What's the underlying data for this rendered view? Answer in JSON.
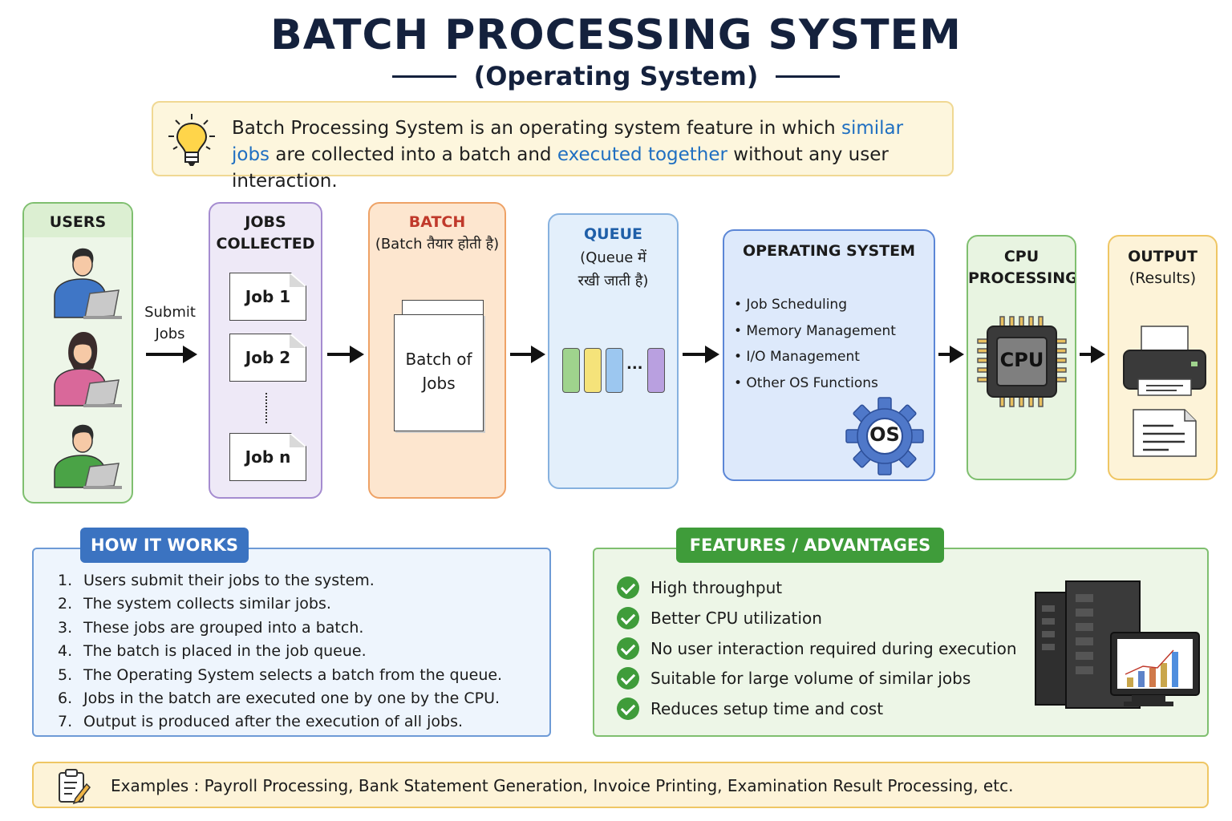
{
  "title": "BATCH PROCESSING SYSTEM",
  "subtitle": "(Operating System)",
  "definition": {
    "part1": "Batch Processing System is an operating system feature in which ",
    "highlight1": "similar jobs",
    "part2": " are collected into a batch and ",
    "highlight2": "executed together",
    "part3": " without any user interaction."
  },
  "flow": {
    "users": {
      "title": "USERS"
    },
    "submit_label_1": "Submit",
    "submit_label_2": "Jobs",
    "jobs": {
      "title_1": "JOBS",
      "title_2": "COLLECTED",
      "items": [
        "Job 1",
        "Job 2",
        "Job n"
      ]
    },
    "batch": {
      "title": "BATCH",
      "subtitle": "(Batch तैयार होती है)",
      "doc_line_1": "Batch of",
      "doc_line_2": "Jobs"
    },
    "queue": {
      "title": "QUEUE",
      "subtitle_1": "(Queue में",
      "subtitle_2": "रखी जाती है)",
      "ellipsis": "..."
    },
    "os": {
      "title": "OPERATING SYSTEM",
      "items": [
        "• Job Scheduling",
        "• Memory Management",
        "• I/O Management",
        "• Other OS Functions"
      ],
      "badge": "OS"
    },
    "cpu": {
      "title_1": "CPU",
      "title_2": "PROCESSING",
      "chip_label": "CPU"
    },
    "output": {
      "title": "OUTPUT",
      "subtitle": "(Results)"
    }
  },
  "how_it_works": {
    "title": "HOW IT WORKS",
    "steps": [
      {
        "num": "1.",
        "text": "Users submit their jobs to the system."
      },
      {
        "num": "2.",
        "text": "The system collects similar jobs."
      },
      {
        "num": "3.",
        "text": "These jobs are grouped into a batch."
      },
      {
        "num": "4.",
        "text": "The batch is placed in the job queue."
      },
      {
        "num": "5.",
        "text": "The Operating System selects a batch from the queue."
      },
      {
        "num": "6.",
        "text": "Jobs in the batch are executed one by one by the CPU."
      },
      {
        "num": "7.",
        "text": "Output is produced after the execution of all jobs."
      }
    ]
  },
  "features": {
    "title": "FEATURES / ADVANTAGES",
    "items": [
      "High throughput",
      "Better CPU utilization",
      "No user interaction required during execution",
      "Suitable for large volume of similar jobs",
      "Reduces setup time and cost"
    ]
  },
  "examples": "Examples : Payroll Processing, Bank Statement Generation, Invoice Printing, Examination Result Processing, etc.",
  "colors": {
    "title": "#14213d",
    "highlight": "#1f6fc1",
    "batch_title": "#c0392b",
    "queue_title": "#1f5fa8",
    "how_tag": "#3b73c1",
    "feat_tag": "#3f9c3a"
  }
}
